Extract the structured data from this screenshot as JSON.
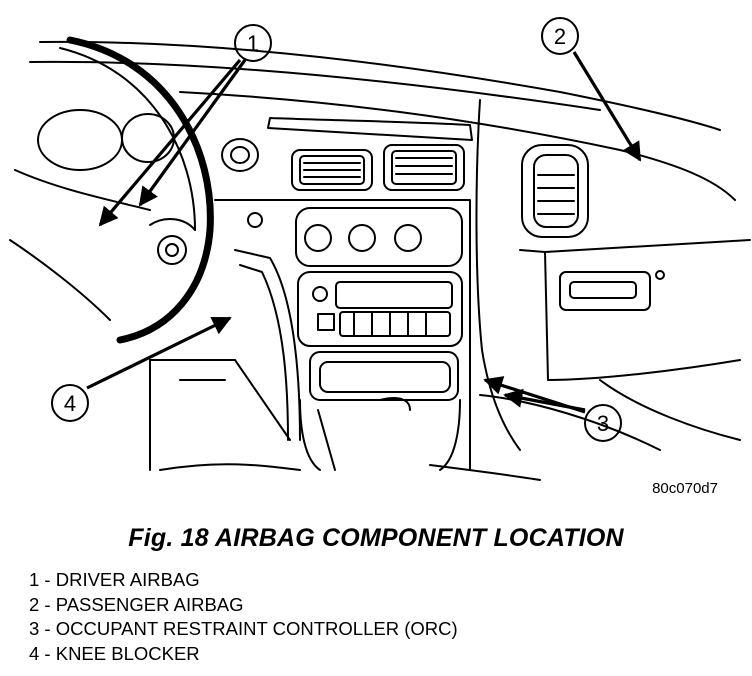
{
  "figure": {
    "code": "80c070d7",
    "caption": "Fig. 18 AIRBAG COMPONENT LOCATION"
  },
  "callouts": [
    "1",
    "2",
    "3",
    "4"
  ],
  "legend": [
    "1 - DRIVER AIRBAG",
    "2 - PASSENGER AIRBAG",
    "3 - OCCUPANT RESTRAINT CONTROLLER (ORC)",
    "4 - KNEE BLOCKER"
  ]
}
